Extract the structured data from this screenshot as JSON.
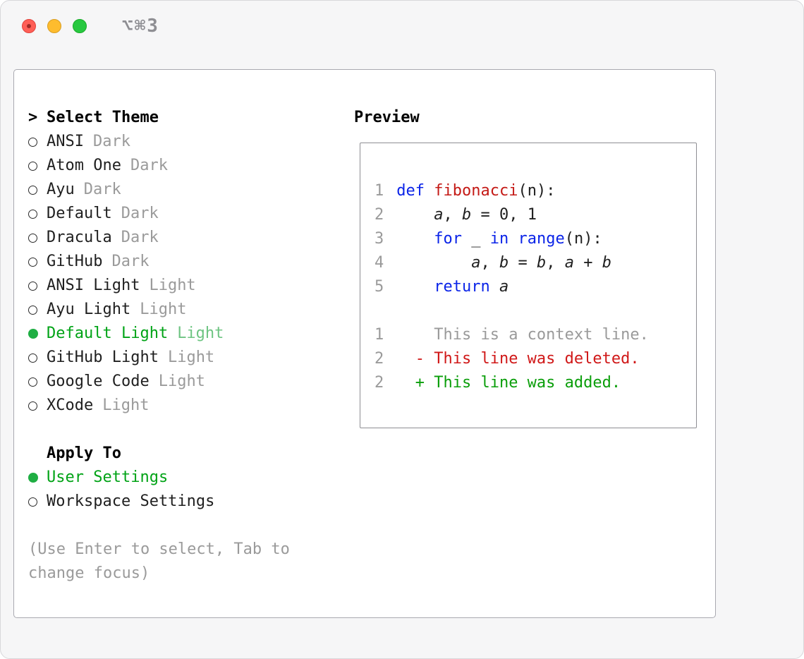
{
  "window": {
    "shortcut": "⌥⌘3"
  },
  "colors": {
    "accent_green": "#00a316",
    "dot_green": "#1fae43",
    "suffix_green": "#6ec482",
    "keyword_blue": "#0b24e8",
    "function_red": "#c41a16",
    "deleted_red": "#d01818",
    "added_green": "#0a9e0a",
    "muted_gray": "#9a9a9a",
    "text_dark": "#1f1f1f"
  },
  "theme_selector": {
    "prompt": ">",
    "title": "Select Theme",
    "items": [
      {
        "name": "ANSI",
        "variant": "Dark",
        "selected": false
      },
      {
        "name": "Atom One",
        "variant": "Dark",
        "selected": false
      },
      {
        "name": "Ayu",
        "variant": "Dark",
        "selected": false
      },
      {
        "name": "Default",
        "variant": "Dark",
        "selected": false
      },
      {
        "name": "Dracula",
        "variant": "Dark",
        "selected": false
      },
      {
        "name": "GitHub",
        "variant": "Dark",
        "selected": false
      },
      {
        "name": "ANSI Light",
        "variant": "Light",
        "selected": false
      },
      {
        "name": "Ayu Light",
        "variant": "Light",
        "selected": false
      },
      {
        "name": "Default Light",
        "variant": "Light",
        "selected": true
      },
      {
        "name": "GitHub Light",
        "variant": "Light",
        "selected": false
      },
      {
        "name": "Google Code",
        "variant": "Light",
        "selected": false
      },
      {
        "name": "XCode",
        "variant": "Light",
        "selected": false
      }
    ]
  },
  "apply_to": {
    "title": "Apply To",
    "options": [
      {
        "label": "User Settings",
        "selected": true
      },
      {
        "label": "Workspace Settings",
        "selected": false
      }
    ]
  },
  "help_text": "(Use Enter to select, Tab to change focus)",
  "preview": {
    "title": "Preview",
    "code_lines": [
      {
        "num": "1",
        "tokens": [
          {
            "c": "k",
            "t": "def"
          },
          {
            "c": "p",
            "t": " "
          },
          {
            "c": "f",
            "t": "fibonacci"
          },
          {
            "c": "p",
            "t": "(n):"
          }
        ]
      },
      {
        "num": "2",
        "tokens": [
          {
            "c": "p",
            "t": "    "
          },
          {
            "c": "v",
            "t": "a"
          },
          {
            "c": "p",
            "t": ", "
          },
          {
            "c": "v",
            "t": "b"
          },
          {
            "c": "p",
            "t": " = 0, 1"
          }
        ]
      },
      {
        "num": "3",
        "tokens": [
          {
            "c": "p",
            "t": "    "
          },
          {
            "c": "k",
            "t": "for"
          },
          {
            "c": "p",
            "t": " _ "
          },
          {
            "c": "k",
            "t": "in"
          },
          {
            "c": "p",
            "t": " "
          },
          {
            "c": "k",
            "t": "range"
          },
          {
            "c": "p",
            "t": "(n):"
          }
        ]
      },
      {
        "num": "4",
        "tokens": [
          {
            "c": "p",
            "t": "        "
          },
          {
            "c": "v",
            "t": "a"
          },
          {
            "c": "p",
            "t": ", "
          },
          {
            "c": "v",
            "t": "b"
          },
          {
            "c": "p",
            "t": " = "
          },
          {
            "c": "v",
            "t": "b"
          },
          {
            "c": "p",
            "t": ", "
          },
          {
            "c": "v",
            "t": "a"
          },
          {
            "c": "p",
            "t": " + "
          },
          {
            "c": "v",
            "t": "b"
          }
        ]
      },
      {
        "num": "5",
        "tokens": [
          {
            "c": "p",
            "t": "    "
          },
          {
            "c": "k",
            "t": "return"
          },
          {
            "c": "p",
            "t": " "
          },
          {
            "c": "v",
            "t": "a"
          }
        ]
      }
    ],
    "diff_lines": [
      {
        "num": "1",
        "type": "context",
        "text": "    This is a context line."
      },
      {
        "num": "2",
        "type": "deleted",
        "text": "  - This line was deleted."
      },
      {
        "num": "2",
        "type": "added",
        "text": "  + This line was added."
      }
    ]
  }
}
